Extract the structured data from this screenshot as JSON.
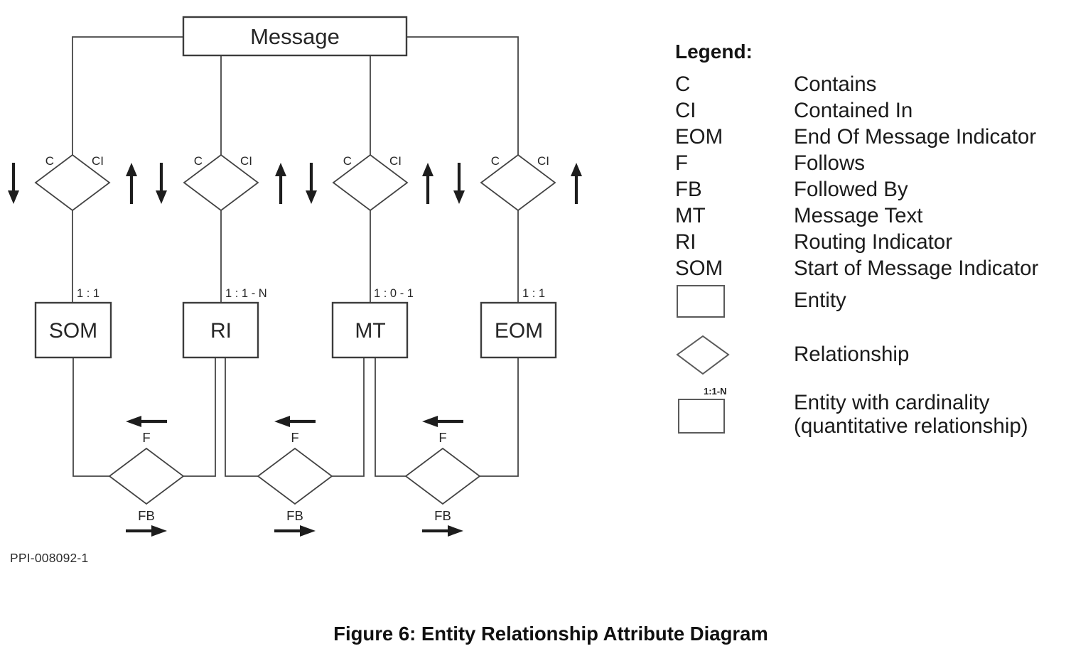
{
  "caption": "Figure 6: Entity Relationship Attribute Diagram",
  "diagram": {
    "root_entity": "Message",
    "plate_id": "PPI-008092-1",
    "contains_relations": [
      {
        "c": "C",
        "ci": "CI",
        "cardinality": "1 : 1",
        "entity": "SOM"
      },
      {
        "c": "C",
        "ci": "CI",
        "cardinality": "1 : 1 - N",
        "entity": "RI"
      },
      {
        "c": "C",
        "ci": "CI",
        "cardinality": "1 : 0 - 1",
        "entity": "MT"
      },
      {
        "c": "C",
        "ci": "CI",
        "cardinality": "1 : 1",
        "entity": "EOM"
      }
    ],
    "follows_relations": [
      {
        "f": "F",
        "fb": "FB"
      },
      {
        "f": "F",
        "fb": "FB"
      },
      {
        "f": "F",
        "fb": "FB"
      }
    ]
  },
  "legend": {
    "heading": "Legend:",
    "abbreviations": [
      {
        "abbr": "C",
        "meaning": "Contains"
      },
      {
        "abbr": "CI",
        "meaning": "Contained In"
      },
      {
        "abbr": "EOM",
        "meaning": "End Of Message Indicator"
      },
      {
        "abbr": "F",
        "meaning": "Follows"
      },
      {
        "abbr": "FB",
        "meaning": "Followed By"
      },
      {
        "abbr": "MT",
        "meaning": "Message Text"
      },
      {
        "abbr": "RI",
        "meaning": "Routing Indicator"
      },
      {
        "abbr": "SOM",
        "meaning": "Start of Message Indicator"
      }
    ],
    "symbols": [
      {
        "name": "entity",
        "label": "Entity"
      },
      {
        "name": "relationship",
        "label": "Relationship"
      },
      {
        "name": "entity-with-cardinality",
        "cardinality_example": "1:1-N",
        "label_line1": "Entity with cardinality",
        "label_line2": "(quantitative relationship)"
      }
    ]
  },
  "colors": {
    "background": "#ffffff",
    "line": "#464646",
    "arrow": "#1d1d1d",
    "text": "#1f1f1f"
  }
}
